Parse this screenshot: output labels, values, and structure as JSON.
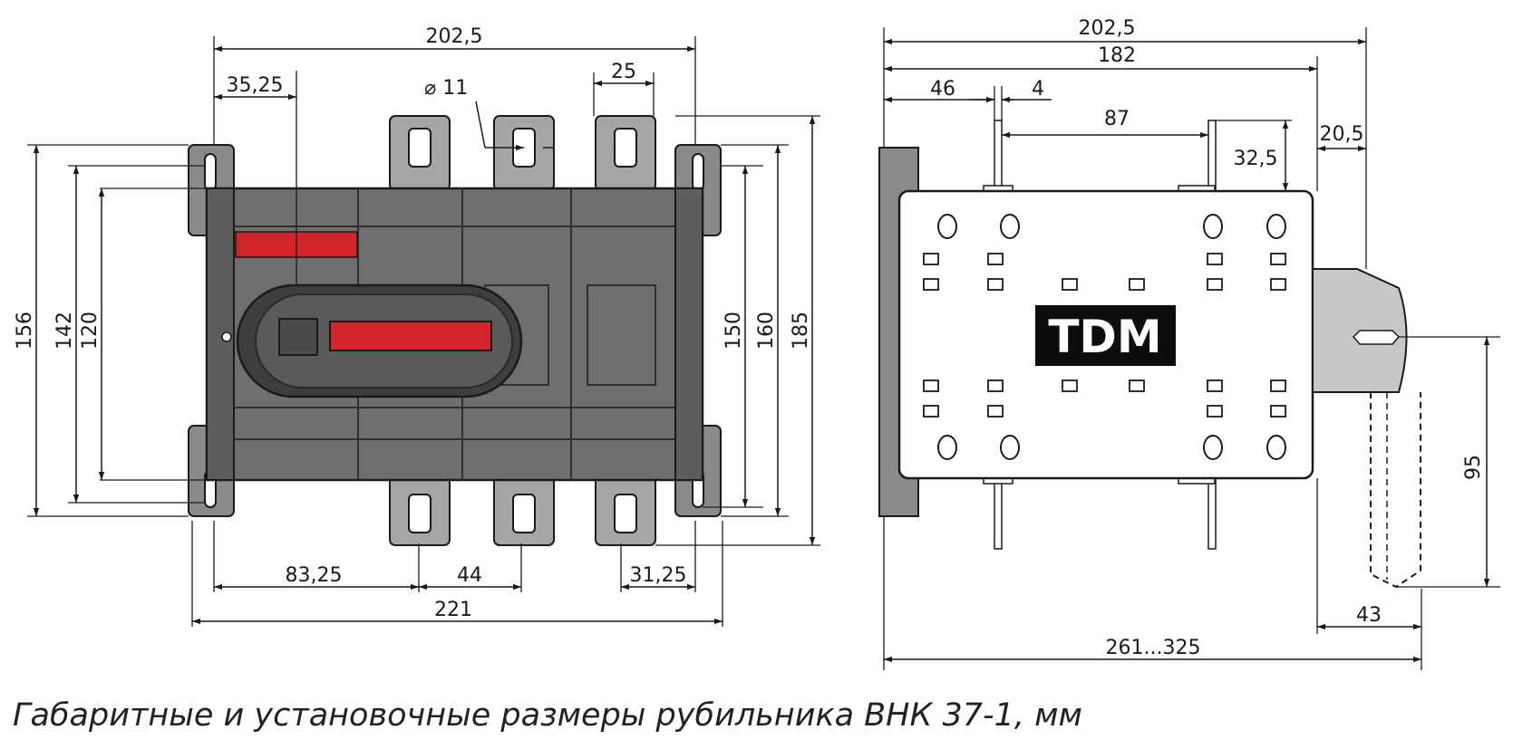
{
  "caption": "Габаритные и установочные размеры рубильника ВНК 37-1, мм",
  "brand": "TDM",
  "colors": {
    "body": "#6f6f71",
    "body_dark": "#4a4a4c",
    "terminal": "#a5a5a7",
    "accent_red": "#d3242c",
    "logo_bg": "#0d0d0d",
    "line": "#1a1a1a"
  },
  "front_view": {
    "dims": {
      "overall_width": "202,5",
      "edge_to_handle": "35,25",
      "hole_diameter": "⌀ 11",
      "terminal_width": "25",
      "edge_to_terminal": "83,25",
      "terminal_pitch": "44",
      "terminal_to_edge": "31,25",
      "mount_width": "221",
      "mount_height": "156",
      "height_142": "142",
      "height_120": "120",
      "height_150": "150",
      "height_160": "160",
      "height_185": "185"
    }
  },
  "side_view": {
    "dims": {
      "overall_width": "202,5",
      "body_width": "182",
      "edge_to_pin": "46",
      "pin_width": "4",
      "pin_spacing": "87",
      "pin_height": "32,5",
      "handle_offset": "20,5",
      "handle_height": "95",
      "handle_depth": "43",
      "total_depth": "261...325"
    }
  }
}
